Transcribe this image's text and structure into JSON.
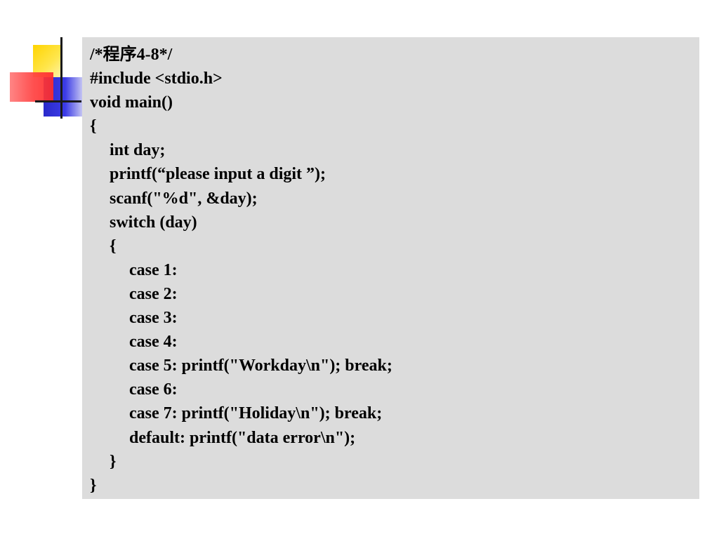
{
  "code": {
    "lines": [
      {
        "text": "/*程序4-8*/",
        "indent": 0
      },
      {
        "text": "#include <stdio.h>",
        "indent": 0
      },
      {
        "text": "void main()",
        "indent": 0
      },
      {
        "text": "{",
        "indent": 0
      },
      {
        "text": "int day;",
        "indent": 1
      },
      {
        "text": "printf(“please input a digit ”);",
        "indent": 1
      },
      {
        "text": "scanf(\"%d\", &day);",
        "indent": 1
      },
      {
        "text": "switch (day)",
        "indent": 1
      },
      {
        "text": "{",
        "indent": 1
      },
      {
        "text": "case 1:",
        "indent": 2
      },
      {
        "text": "case 2:",
        "indent": 2
      },
      {
        "text": "case 3:",
        "indent": 2
      },
      {
        "text": "case 4:",
        "indent": 2
      },
      {
        "text": "case 5: printf(\"Workday\\n\"); break;",
        "indent": 2
      },
      {
        "text": "case 6:",
        "indent": 2
      },
      {
        "text": "case 7: printf(\"Holiday\\n\"); break;",
        "indent": 2
      },
      {
        "text": "default: printf(\"data error\\n\");",
        "indent": 2
      },
      {
        "text": "}",
        "indent": 1
      },
      {
        "text": "}",
        "indent": 0
      }
    ]
  },
  "colors": {
    "code_background": "#dcdcdc",
    "logo_yellow": "#ffd400",
    "logo_blue": "#2a2acb",
    "logo_red": "#ff4040"
  },
  "icons": {
    "logo": "colored-squares-crosshair-logo"
  }
}
